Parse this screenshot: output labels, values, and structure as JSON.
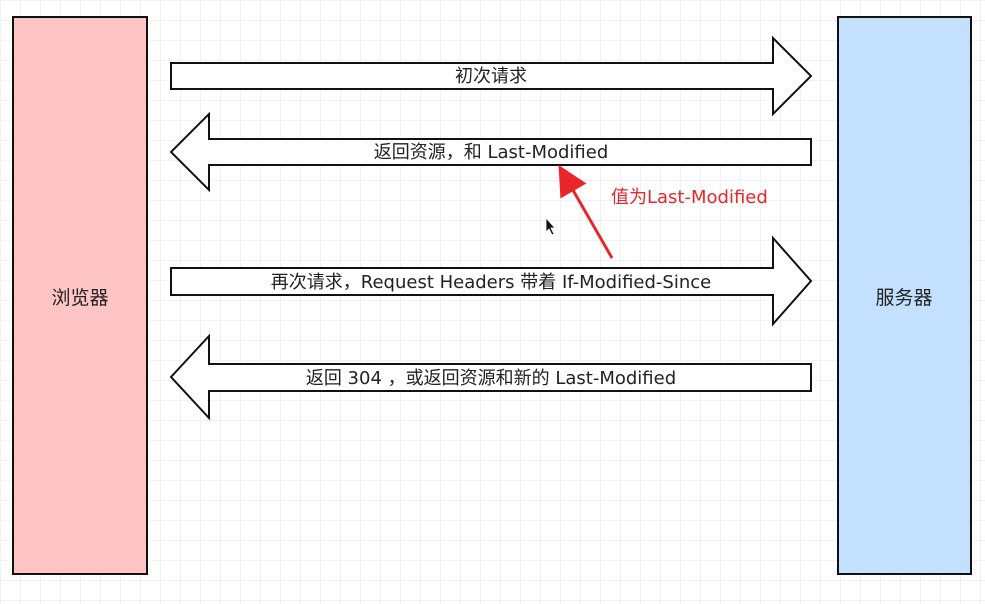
{
  "boxes": {
    "browser": {
      "label": "浏览器",
      "fill": "#ffc4c4"
    },
    "server": {
      "label": "服务器",
      "fill": "#c4e0ff"
    }
  },
  "arrows": [
    {
      "label": "初次请求",
      "direction": "right"
    },
    {
      "label": "返回资源，和 Last-Modified",
      "direction": "left"
    },
    {
      "label": "再次请求，Request Headers 带着 If-Modified-Since",
      "direction": "right"
    },
    {
      "label": "返回 304 ，或返回资源和新的 Last-Modified",
      "direction": "left"
    }
  ],
  "annotation": {
    "label": "值为Last-Modified",
    "color": "#e8262b"
  },
  "colors": {
    "stroke": "#111111",
    "grid": "#e6e6e6"
  }
}
